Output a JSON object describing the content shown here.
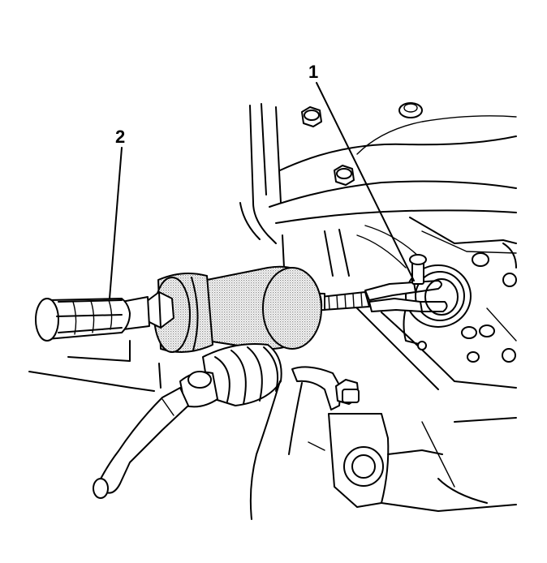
{
  "callouts": [
    {
      "id": "callout-1",
      "text": "1"
    },
    {
      "id": "callout-2",
      "text": "2"
    }
  ],
  "colors": {
    "ink": "#000000",
    "paper": "#ffffff",
    "stipple": "#8a8a8a"
  }
}
